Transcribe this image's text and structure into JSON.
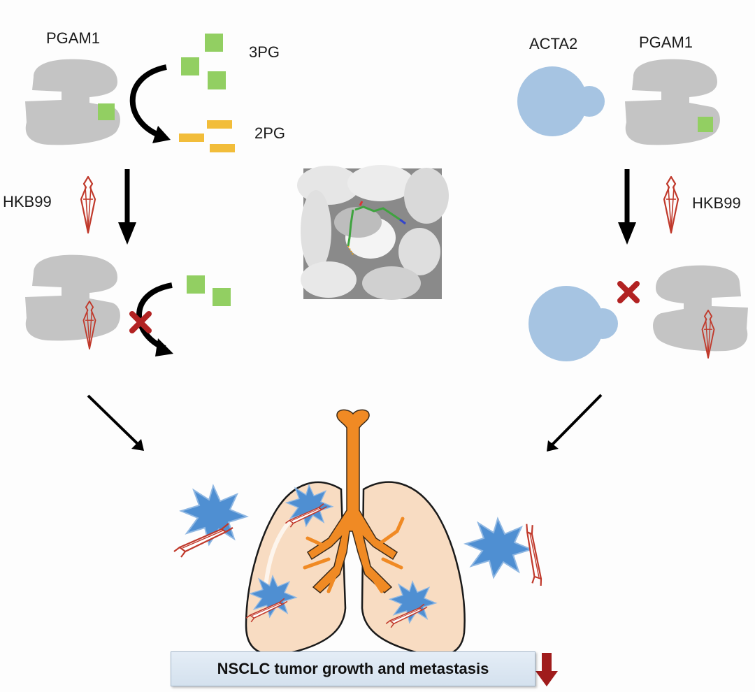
{
  "labels": {
    "pgam1_left": "PGAM1",
    "pg3": "3PG",
    "pg2": "2PG",
    "hkb99_left": "HKB99",
    "acta2": "ACTA2",
    "pgam1_right": "PGAM1",
    "hkb99_right": "HKB99"
  },
  "caption": {
    "text": "NSCLC tumor growth and metastasis"
  },
  "colors": {
    "enzyme_gray": "#c4c4c4",
    "substrate_green": "#92cf62",
    "product_yellow": "#f2bd3a",
    "acta2_blue": "#a6c4e2",
    "inhibitor_red": "#c0392b",
    "block_x_red": "#b22222",
    "trachea_orange": "#f08a24",
    "lung_peach": "#f8dcc2",
    "tumor_blue": "#4f8fd2",
    "down_arrow": "#a01c1c"
  }
}
